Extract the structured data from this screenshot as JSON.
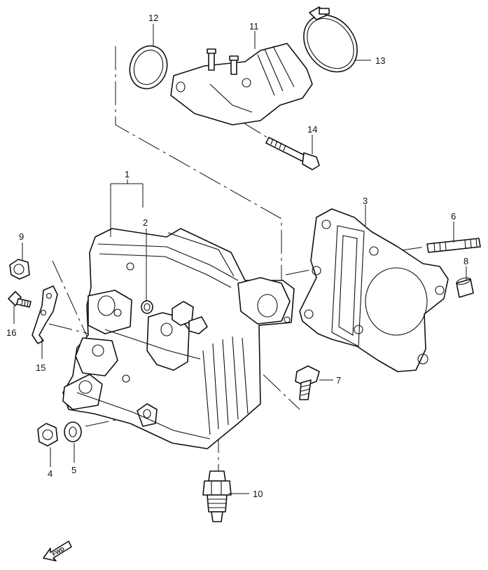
{
  "callouts": {
    "p1": "1",
    "p2": "2",
    "p3": "3",
    "p4": "4",
    "p5": "5",
    "p6": "6",
    "p7": "7",
    "p8": "8",
    "p9": "9",
    "p10": "10",
    "p11": "11",
    "p12": "12",
    "p13": "13",
    "p14": "14",
    "p15": "15",
    "p16": "16"
  },
  "direction_arrow": {
    "label": "FWD"
  },
  "colors": {
    "line": "#111111",
    "background": "#ffffff"
  }
}
